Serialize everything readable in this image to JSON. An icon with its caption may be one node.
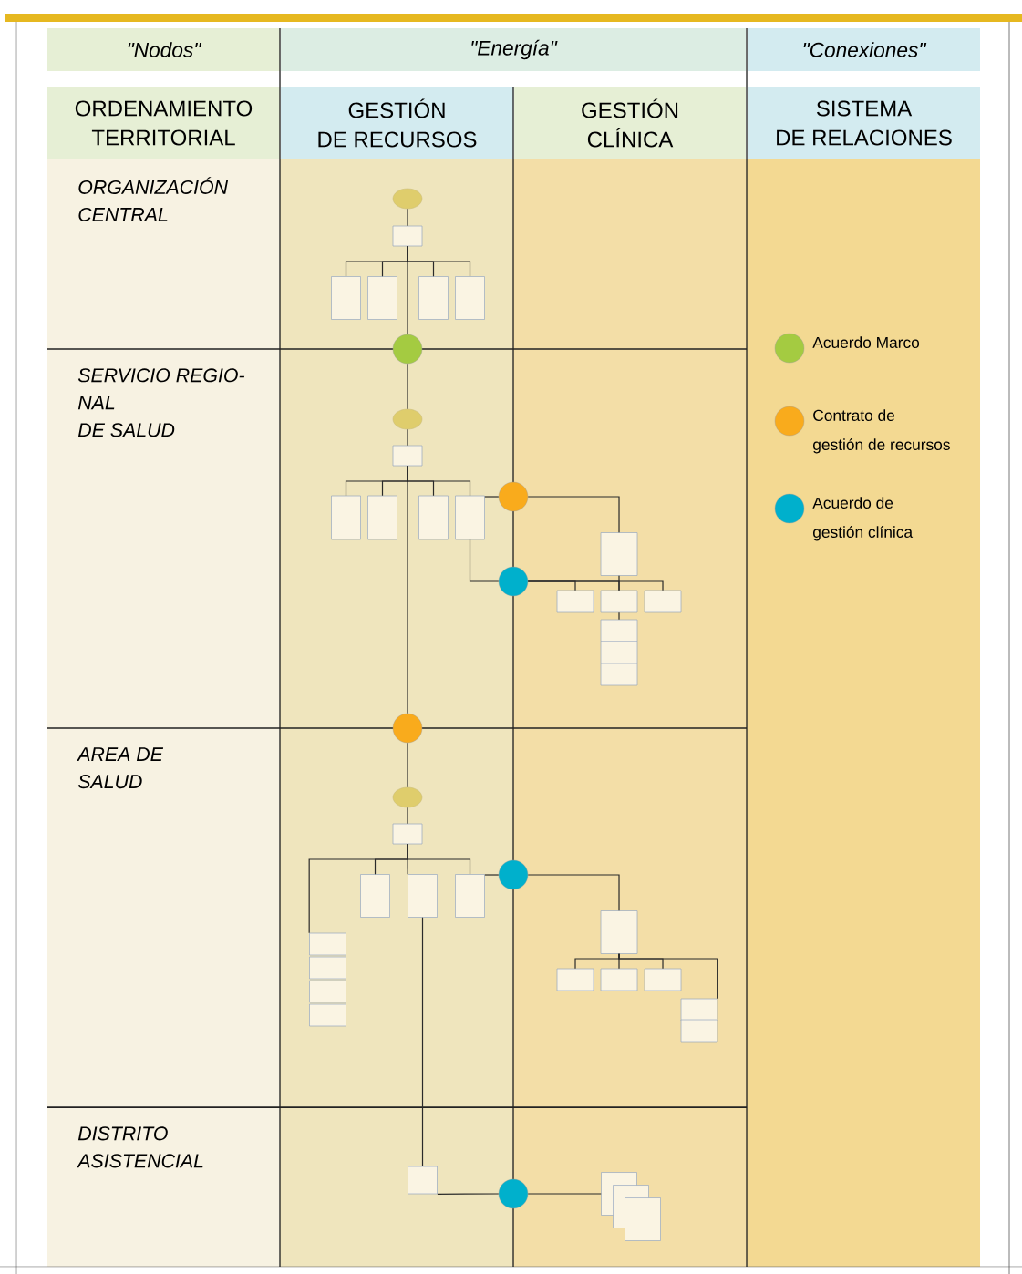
{
  "diagram": {
    "nodes": [
      {
        "text": [
          "\"Nodos\""
        ]
      },
      {
        "text": [
          "\"Energía\""
        ]
      },
      {
        "text": [
          "\"Conexiones\""
        ]
      },
      {
        "text": [
          "ORDENAMIENTO TERRITORIAL"
        ]
      },
      {
        "text": [
          "GESTIÓN DE RECURSOS"
        ]
      },
      {
        "text": [
          "GESTIÓN CLÍNICA"
        ]
      },
      {
        "text": [
          "SISTEMA DE RELACIONES"
        ]
      },
      {
        "text": [],
        "shape": "ellipse"
      },
      {
        "text": [],
        "shape": "box"
      },
      {
        "text": [],
        "shape": "box"
      },
      {
        "text": [],
        "shape": "box"
      },
      {
        "text": [],
        "shape": "box"
      },
      {
        "text": [],
        "shape": "box"
      },
      {
        "text": [],
        "shape": "circle"
      },
      {
        "text": [],
        "shape": "ellipse"
      },
      {
        "text": [],
        "shape": "box"
      },
      {
        "text": [],
        "shape": "box"
      },
      {
        "text": [],
        "shape": "box"
      },
      {
        "text": [],
        "shape": "box"
      },
      {
        "text": [],
        "shape": "box"
      },
      {
        "text": [],
        "shape": "circle"
      },
      {
        "text": [],
        "shape": "box"
      },
      {
        "text": [],
        "shape": "circle"
      },
      {
        "text": [],
        "shape": "box"
      },
      {
        "text": [],
        "shape": "box"
      },
      {
        "text": [],
        "shape": "box"
      },
      {
        "text": [],
        "shape": "box"
      },
      {
        "text": [],
        "shape": "box"
      },
      {
        "text": [],
        "shape": "box"
      },
      {
        "text": [],
        "shape": "circle"
      },
      {
        "text": [],
        "shape": "ellipse"
      },
      {
        "text": [],
        "shape": "box"
      },
      {
        "text": [],
        "shape": "box"
      },
      {
        "text": [],
        "shape": "box"
      },
      {
        "text": [],
        "shape": "box"
      },
      {
        "text": [],
        "shape": "box"
      },
      {
        "text": [],
        "shape": "box"
      },
      {
        "text": [],
        "shape": "box"
      },
      {
        "text": [],
        "shape": "box"
      },
      {
        "text": [],
        "shape": "circle"
      },
      {
        "text": [],
        "shape": "box"
      },
      {
        "text": [],
        "shape": "box"
      },
      {
        "text": [],
        "shape": "box"
      },
      {
        "text": [],
        "shape": "box"
      },
      {
        "text": [],
        "shape": "box"
      },
      {
        "text": [],
        "shape": "box"
      },
      {
        "text": [],
        "shape": "box"
      },
      {
        "text": [],
        "shape": "circle"
      },
      {
        "text": [],
        "shape": "box"
      },
      {
        "text": [],
        "shape": "box"
      },
      {
        "text": [],
        "shape": "box"
      }
    ],
    "edges": [
      {
        "from": 7,
        "to": 8,
        "arrow": "none"
      },
      {
        "from": 8,
        "to": 9,
        "arrow": "none"
      },
      {
        "from": 8,
        "to": 10,
        "arrow": "none"
      },
      {
        "from": 8,
        "to": 11,
        "arrow": "none"
      },
      {
        "from": 8,
        "to": 12,
        "arrow": "none"
      },
      {
        "from": 8,
        "to": 13,
        "arrow": "none"
      },
      {
        "from": 13,
        "to": 14,
        "arrow": "none"
      },
      {
        "from": 14,
        "to": 15,
        "arrow": "none"
      },
      {
        "from": 15,
        "to": 16,
        "arrow": "none"
      },
      {
        "from": 15,
        "to": 17,
        "arrow": "none"
      },
      {
        "from": 15,
        "to": 18,
        "arrow": "none"
      },
      {
        "from": 15,
        "to": 19,
        "arrow": "none"
      },
      {
        "from": 15,
        "to": 29,
        "arrow": "none"
      },
      {
        "from": 19,
        "to": 22,
        "arrow": "none"
      },
      {
        "from": 19,
        "to": 20,
        "arrow": "none"
      },
      {
        "from": 20,
        "to": 21,
        "arrow": "none"
      },
      {
        "from": 22,
        "to": 23,
        "arrow": "none"
      },
      {
        "from": 22,
        "to": 24,
        "arrow": "none"
      },
      {
        "from": 22,
        "to": 25,
        "arrow": "none"
      },
      {
        "from": 21,
        "to": 24,
        "arrow": "none"
      },
      {
        "from": 24,
        "to": 26,
        "arrow": "none"
      },
      {
        "from": 29,
        "to": 30,
        "arrow": "none"
      },
      {
        "from": 30,
        "to": 31,
        "arrow": "none"
      },
      {
        "from": 31,
        "to": 32,
        "arrow": "none"
      },
      {
        "from": 31,
        "to": 33,
        "arrow": "none"
      },
      {
        "from": 31,
        "to": 34,
        "arrow": "none"
      },
      {
        "from": 31,
        "to": 35,
        "arrow": "none"
      },
      {
        "from": 34,
        "to": 39,
        "arrow": "none"
      },
      {
        "from": 33,
        "to": 46,
        "arrow": "none"
      },
      {
        "from": 39,
        "to": 40,
        "arrow": "none"
      },
      {
        "from": 40,
        "to": 41,
        "arrow": "none"
      },
      {
        "from": 40,
        "to": 42,
        "arrow": "none"
      },
      {
        "from": 40,
        "to": 43,
        "arrow": "none"
      },
      {
        "from": 40,
        "to": 44,
        "arrow": "none"
      },
      {
        "from": 46,
        "to": 47,
        "arrow": "none"
      },
      {
        "from": 47,
        "to": 48,
        "arrow": "none"
      }
    ],
    "labels": [
      "ORGANIZACIÓN CENTRAL",
      "SERVICIO REGIO- NAL DE SALUD",
      "AREA DE SALUD",
      "DISTRITO ASISTENCIAL"
    ],
    "legend": [
      {
        "text": "Acuerdo Marco",
        "color": "#a4cb41"
      },
      {
        "text": "Contrato de gestión de recursos",
        "color": "#f9ab1c"
      },
      {
        "text": "Acuerdo de gestión clínica",
        "color": "#00b0cc"
      }
    ]
  }
}
